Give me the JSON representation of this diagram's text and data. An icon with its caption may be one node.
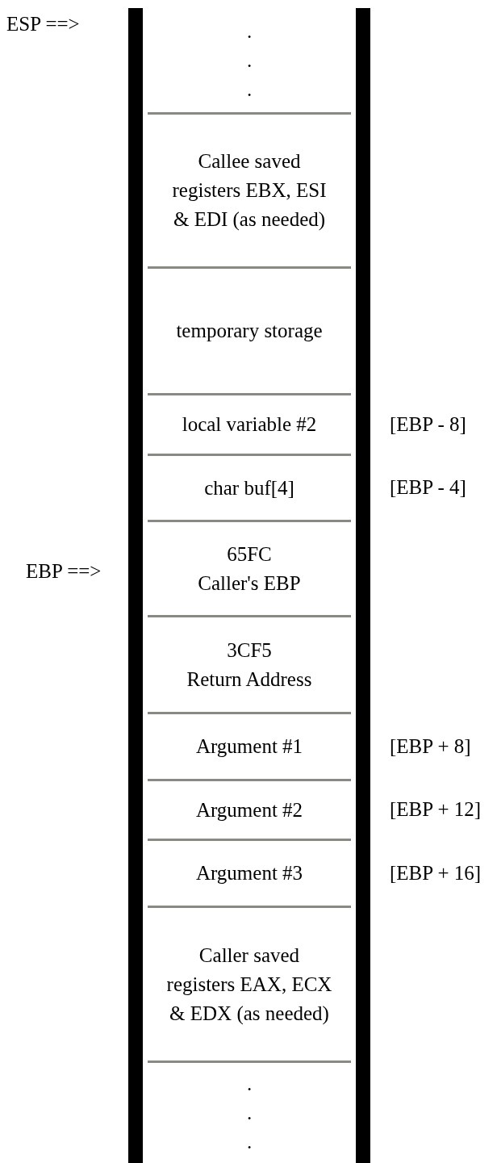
{
  "diagram": {
    "nodes": [
      {
        "text": [
          ". . ."
        ],
        "beside": [
          "ESP ==>"
        ]
      },
      {
        "text": [
          "Callee saved registers EBX, ESI & EDI (as needed)"
        ]
      },
      {
        "text": [
          "temporary storage"
        ]
      },
      {
        "text": [
          "local variable #2"
        ],
        "beside": [
          "[EBP - 8]"
        ]
      },
      {
        "text": [
          "char buf[4]"
        ],
        "beside": [
          "[EBP - 4]"
        ]
      },
      {
        "text": [
          "65FC",
          "Caller's EBP"
        ],
        "beside": [
          "EBP ==>"
        ]
      },
      {
        "text": [
          "3CF5",
          "Return Address"
        ]
      },
      {
        "text": [
          "Argument #1"
        ],
        "beside": [
          "[EBP + 8]"
        ]
      },
      {
        "text": [
          "Argument #2"
        ],
        "beside": [
          "[EBP + 12]"
        ]
      },
      {
        "text": [
          "Argument #3"
        ],
        "beside": [
          "[EBP + 16]"
        ]
      },
      {
        "text": [
          "Caller saved registers EAX, ECX & EDX (as needed)"
        ]
      },
      {
        "text": [
          ". . ."
        ]
      }
    ]
  }
}
